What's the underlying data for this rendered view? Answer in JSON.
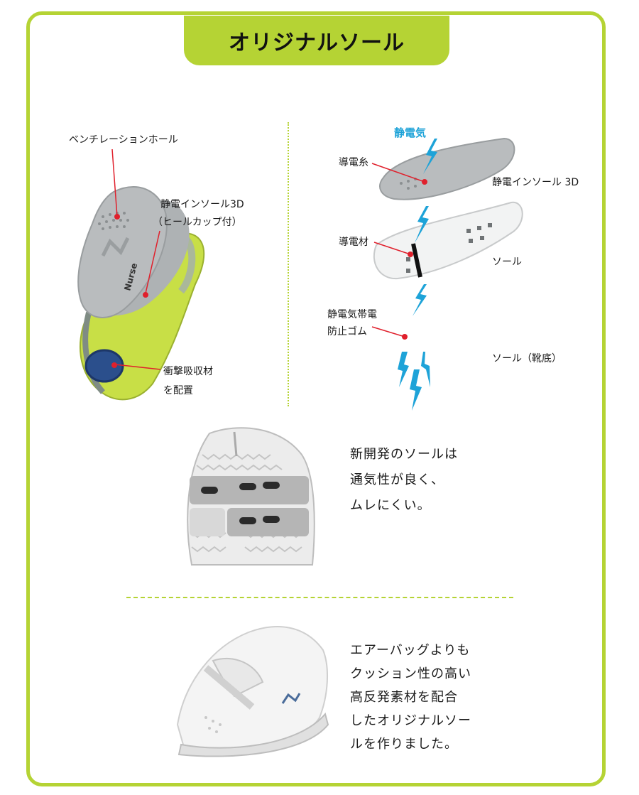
{
  "title": "オリジナルソール",
  "insole_section": {
    "ventilation_hole": "ベンチレーションホール",
    "insole_3d_line1": "静電インソール3D",
    "insole_3d_line2": "（ヒールカップ付）",
    "shock_line1": "衝撃吸収材",
    "shock_line2": "を配置",
    "logo_text": "Nurse"
  },
  "static_section": {
    "static_electricity": "静電気",
    "conductive_thread": "導電糸",
    "insole_3d": "静電インソール 3D",
    "conductive_material": "導電材",
    "sole": "ソール",
    "rubber_line1": "静電気帯電",
    "rubber_line2": "防止ゴム",
    "outsole": "ソール（靴底）"
  },
  "sole_section": {
    "lines": [
      "新開発のソールは",
      "通気性が良く、",
      "ムレにくい。"
    ]
  },
  "shoe_section": {
    "lines": [
      "エアーバッグよりも",
      "クッション性の高い",
      "高反発素材を配合",
      "したオリジナルソー",
      "ルを作りました。"
    ]
  },
  "colors": {
    "accent_green": "#b5d334",
    "lime_insole": "#c8df46",
    "static_blue": "#1ea3d8",
    "marker_red": "#e0202c",
    "pad_blue": "#2b4f8c"
  }
}
